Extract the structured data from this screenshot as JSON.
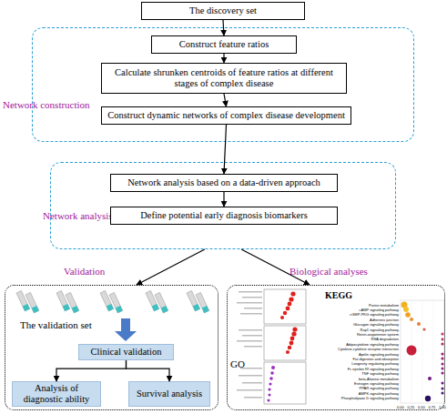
{
  "diagram": {
    "nodes": [
      {
        "text": [
          "The discovery set"
        ]
      },
      {
        "text": [
          "Network construction"
        ]
      },
      {
        "text": [
          "Construct feature ratios"
        ],
        "in": 1
      },
      {
        "text": [
          "Calculate shrunken centroids of feature ratios at different stages of complex disease"
        ],
        "in": 1
      },
      {
        "text": [
          "Construct dynamic networks of complex disease development"
        ],
        "in": 1
      },
      {
        "text": [
          "Network analysis"
        ]
      },
      {
        "text": [
          "Network analysis based on a data-driven approach"
        ],
        "in": 5
      },
      {
        "text": [
          "Define potential early diagnosis biomarkers"
        ],
        "in": 5
      },
      {
        "text": [
          "The validation set"
        ]
      },
      {
        "text": [
          "Clinical validation"
        ],
        "in": 8
      },
      {
        "text": [
          "Analysis of diagnostic ability"
        ],
        "in": 8
      },
      {
        "text": [
          "Survival analysis"
        ],
        "in": 8
      },
      {
        "text": [
          "GO",
          "KEGG"
        ]
      }
    ],
    "edges": [
      {
        "from": 0,
        "to": 2,
        "arrow": "to"
      },
      {
        "from": 2,
        "to": 3,
        "arrow": "to"
      },
      {
        "from": 3,
        "to": 4,
        "arrow": "to"
      },
      {
        "from": 4,
        "to": 6,
        "arrow": "to"
      },
      {
        "from": 6,
        "to": 7,
        "arrow": "to"
      },
      {
        "from": 5,
        "to": 8,
        "label": "Validation",
        "arrow": "to"
      },
      {
        "from": 5,
        "to": 12,
        "label": "Biological analyses",
        "arrow": "to"
      },
      {
        "from": 9,
        "to": 10,
        "arrow": "to"
      },
      {
        "from": 9,
        "to": 11,
        "arrow": "to"
      }
    ],
    "labels": [
      "Purine metabolism",
      "cAMP signaling pathway",
      "cGMP-PKG signaling pathway",
      "Adherens junction",
      "Glucagon signaling pathway",
      "Rap1 signaling pathway",
      "Renin-angiotensin system",
      "RNA degradation",
      "Adipocytokine signaling pathway",
      "Cytokine-cytokine receptor interaction",
      "Apelin signaling pathway",
      "Fat digestion and absorption",
      "Longevity regulating pathway",
      "Fc epsilon RI signaling pathway",
      "TNF signaling pathway",
      "beta-Alanine metabolism",
      "Estrogen signaling pathway",
      "PPAR signaling pathway",
      "AMPK signaling pathway",
      "Phospholipase D signaling pathway",
      "0.00",
      "0.25",
      "0.50",
      "0.75",
      "1.00"
    ]
  }
}
